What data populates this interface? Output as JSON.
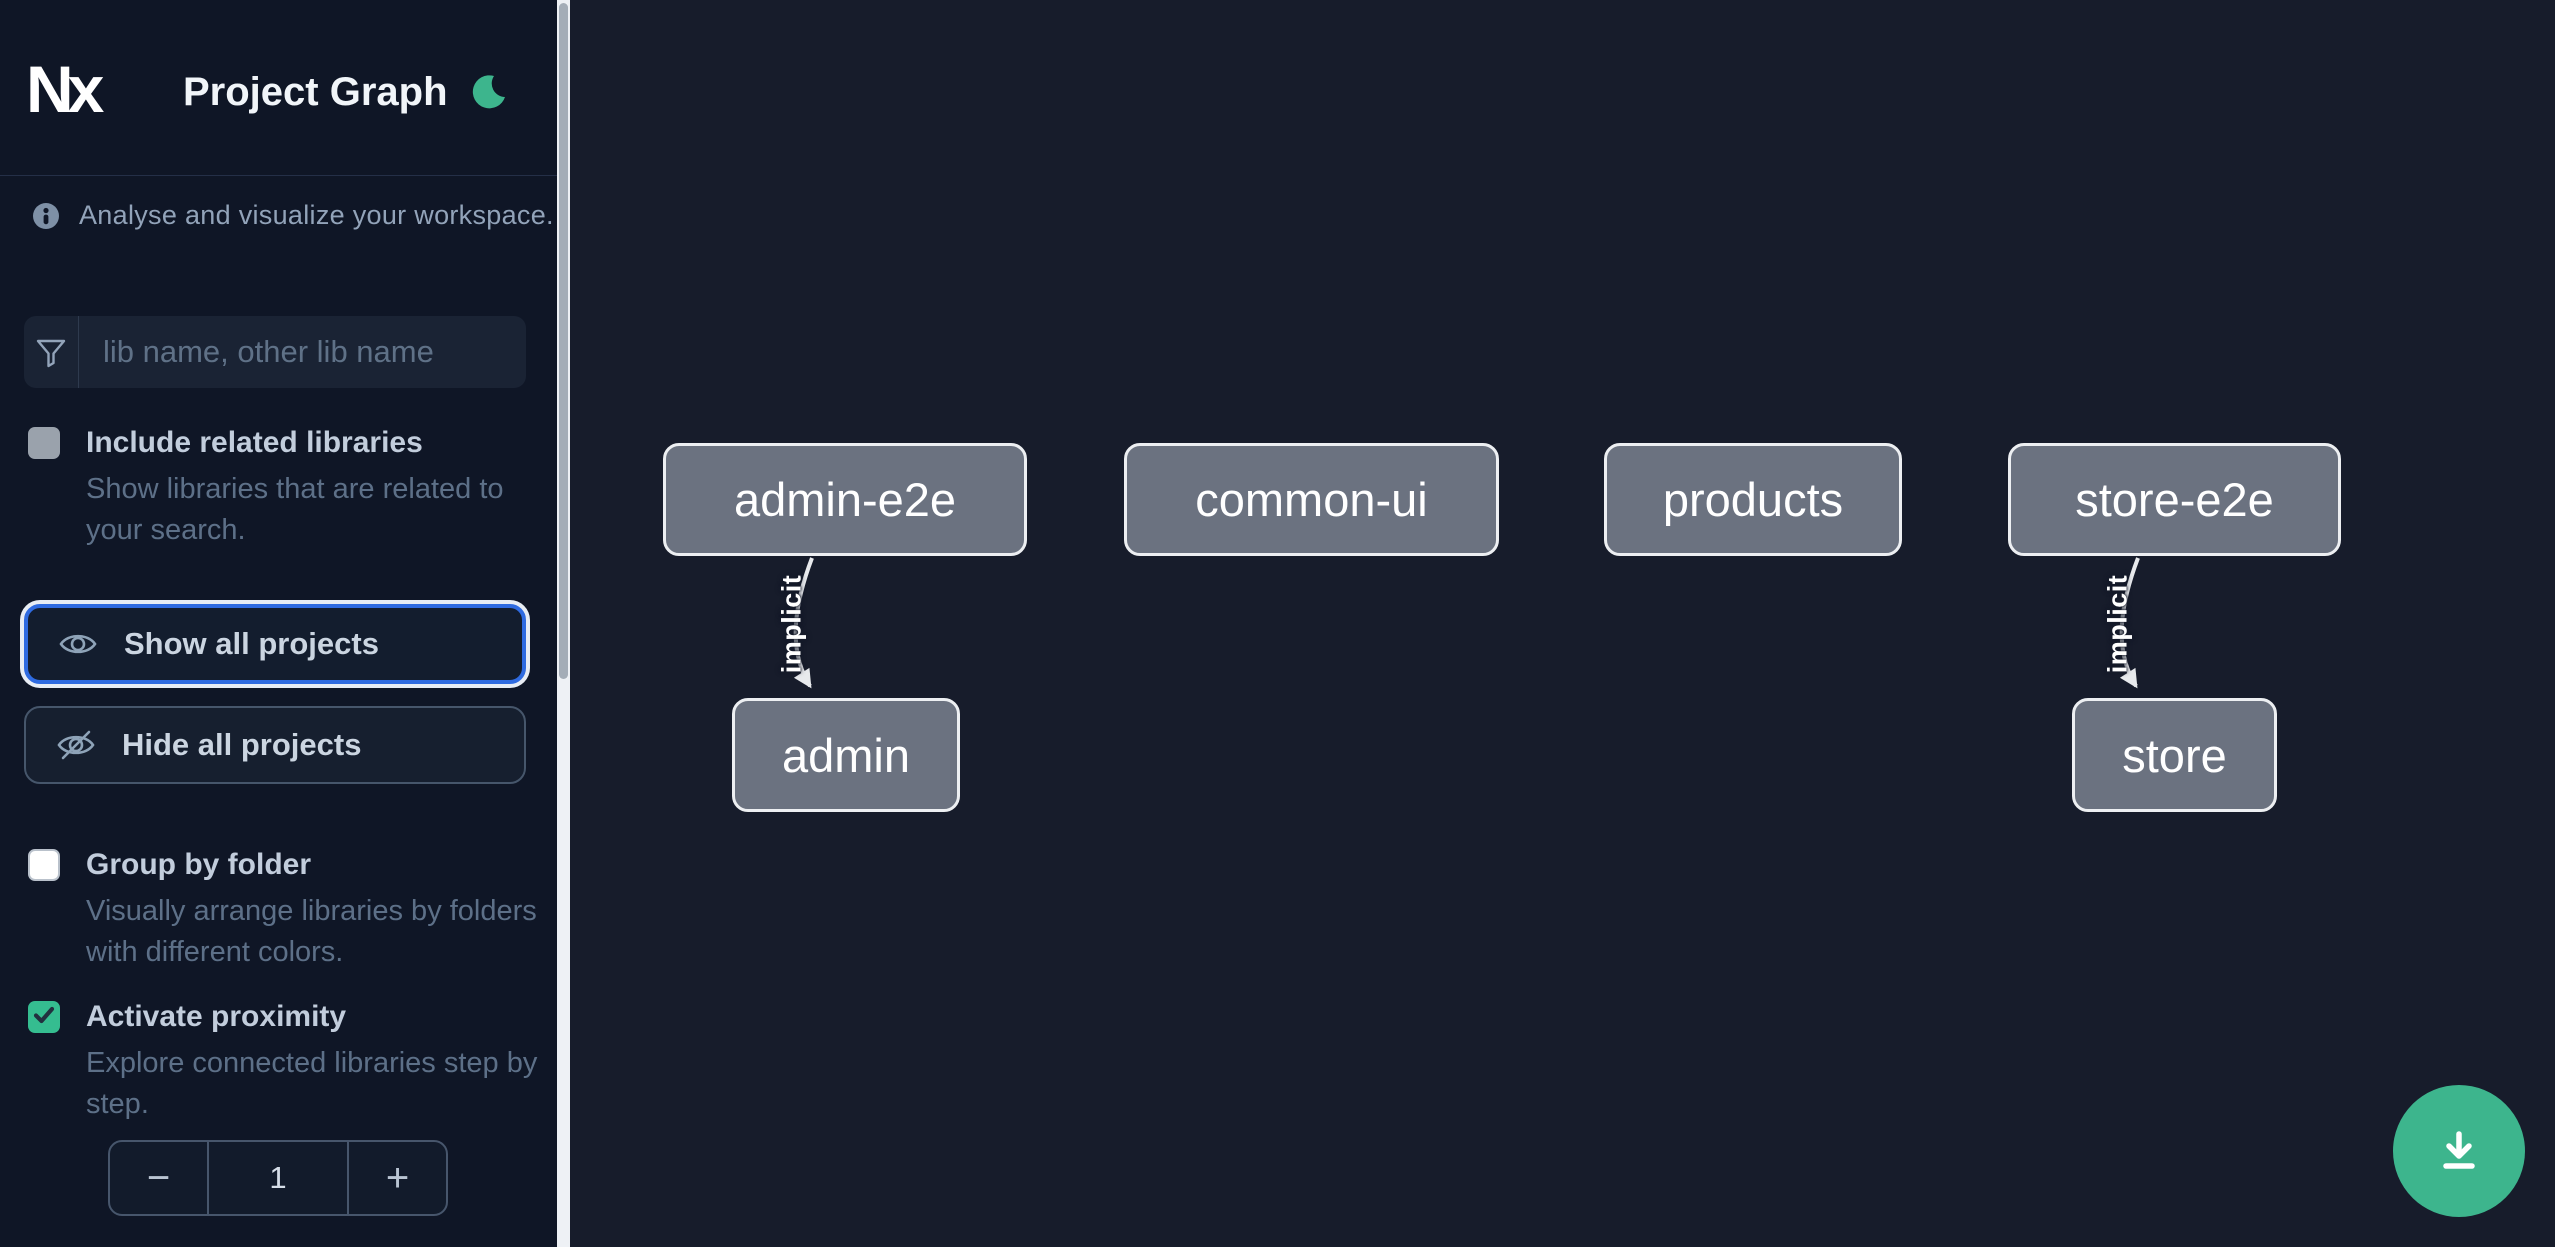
{
  "app": {
    "logo_text": "Nx",
    "title": "Project Graph",
    "theme_icon": "moon",
    "accent_green": "#3db58d",
    "focus_blue": "#2f6be0"
  },
  "sidebar": {
    "tagline": "Analyse and visualize your workspace.",
    "search": {
      "placeholder": "lib name, other lib name",
      "icon": "funnel"
    },
    "options": [
      {
        "label": "Include related libraries",
        "description": "Show libraries that are related to your search.",
        "checked": false,
        "disabled": true
      },
      {
        "label": "Group by folder",
        "description": "Visually arrange libraries by folders with different colors.",
        "checked": false
      },
      {
        "label": "Activate proximity",
        "description": "Explore connected libraries step by step.",
        "checked": true
      }
    ],
    "buttons": [
      {
        "label": "Show all projects",
        "icon": "eye",
        "focused": true
      },
      {
        "label": "Hide all projects",
        "icon": "eye-off",
        "focused": false
      }
    ],
    "stepper": {
      "decrement_label": "−",
      "value": "1",
      "increment_label": "+"
    }
  },
  "graph": {
    "nodes": [
      {
        "label": "admin-e2e"
      },
      {
        "label": "common-ui"
      },
      {
        "label": "products"
      },
      {
        "label": "store-e2e"
      },
      {
        "label": "admin"
      },
      {
        "label": "store"
      }
    ],
    "edges": [
      {
        "from": "admin-e2e",
        "to": "admin",
        "label": "implicit"
      },
      {
        "from": "store-e2e",
        "to": "store",
        "label": "implicit"
      }
    ],
    "node_fill": "#6b7280",
    "edge_color": "#e8eaed"
  },
  "fab": {
    "icon": "download"
  }
}
